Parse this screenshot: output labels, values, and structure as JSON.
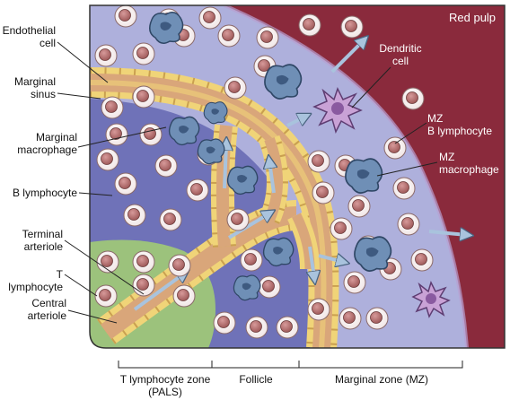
{
  "labels": {
    "endothelial_cell": [
      "Endothelial",
      "cell"
    ],
    "marginal_sinus": [
      "Marginal",
      "sinus"
    ],
    "marginal_macrophage": [
      "Marginal",
      "macrophage"
    ],
    "b_lymphocyte": "B lymphocyte",
    "terminal_arteriole": [
      "Terminal",
      "arteriole"
    ],
    "t_lymphocyte": "T lymphocyte",
    "central_arteriole": [
      "Central",
      "arteriole"
    ],
    "red_pulp": "Red pulp",
    "dendritic_cell": [
      "Dendritic",
      "cell"
    ],
    "mz_b_lymphocyte": [
      "MZ",
      "B lymphocyte"
    ],
    "mz_macrophage": [
      "MZ",
      "macrophage"
    ]
  },
  "zones": {
    "pals": [
      "T lymphocyte zone",
      "(PALS)"
    ],
    "follicle": "Follicle",
    "marginal_zone": "Marginal zone (MZ)"
  },
  "colors": {
    "red_pulp": "#8a2a3c",
    "marginal_zone": "#aeb0dc",
    "follicle": "#6f72b8",
    "pals": "#9cc27c",
    "vessel": "#d9a67a",
    "endothelium": "#f0d478",
    "macrophage": "#6f8fb6",
    "dendritic": "#c9a2d6",
    "lymphocyte_nucleus": "#b06a6a",
    "flow_arrow": "#a9c3dd"
  }
}
